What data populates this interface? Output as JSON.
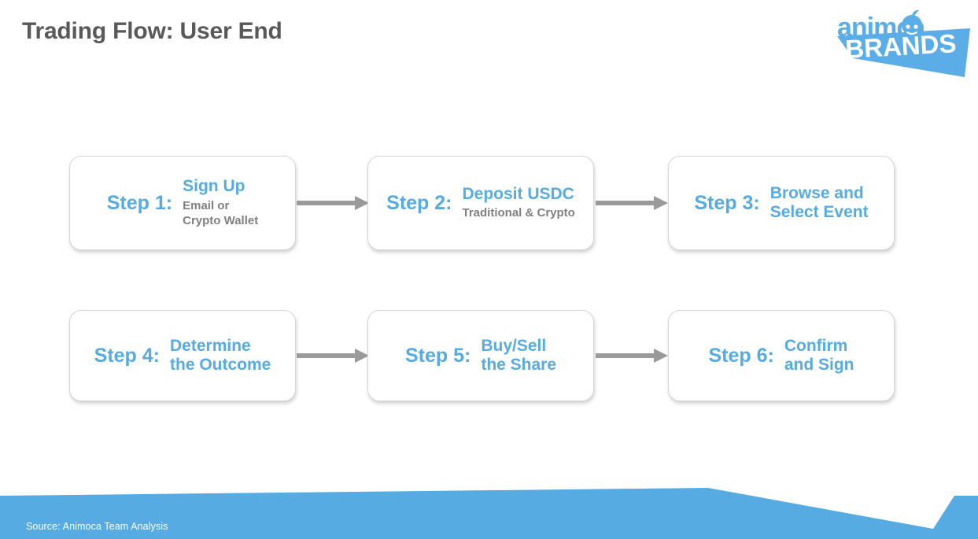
{
  "slide": {
    "title": "Trading Flow: User End",
    "background_color": "#ffffff",
    "accent_color": "#56ABE3",
    "title_color": "#595959",
    "muted_text_color": "#808080"
  },
  "logo": {
    "word_top": "animoca",
    "word_bottom": "BRANDS",
    "color": "#5BADE8"
  },
  "flow": {
    "steps": [
      {
        "label": "Step 1:",
        "headline": "Sign Up",
        "headline_line2": "",
        "sub_line1": "Email or",
        "sub_line2": "Crypto Wallet"
      },
      {
        "label": "Step 2:",
        "headline": "Deposit USDC",
        "headline_line2": "",
        "sub_line1": "Traditional & Crypto",
        "sub_line2": ""
      },
      {
        "label": "Step 3:",
        "headline": "Browse and",
        "headline_line2": "Select Event",
        "sub_line1": "",
        "sub_line2": ""
      },
      {
        "label": "Step 4:",
        "headline": "Determine",
        "headline_line2": "the Outcome",
        "sub_line1": "",
        "sub_line2": ""
      },
      {
        "label": "Step 5:",
        "headline": "Buy/Sell",
        "headline_line2": "the Share",
        "sub_line1": "",
        "sub_line2": ""
      },
      {
        "label": "Step 6:",
        "headline": "Confirm",
        "headline_line2": "and Sign",
        "sub_line1": "",
        "sub_line2": ""
      }
    ],
    "connector_color": "#9a9a9a",
    "connector_count": 4
  },
  "footer": {
    "source_text": "Source: Animoca Team Analysis",
    "band_color": "#56ABE3",
    "text_color": "#ffffff"
  }
}
